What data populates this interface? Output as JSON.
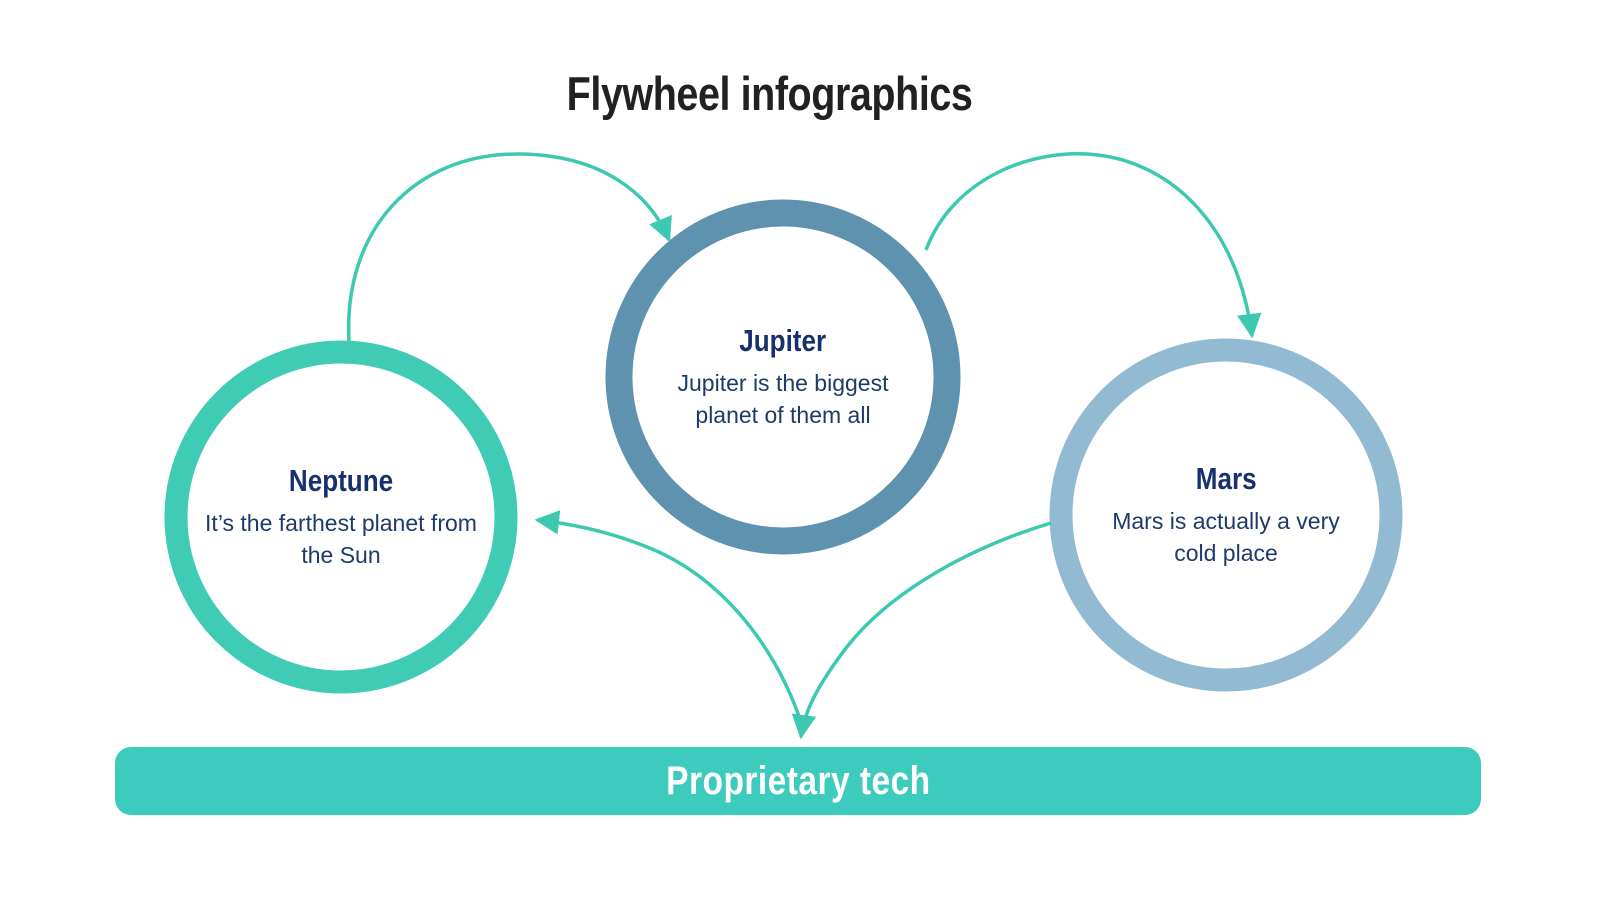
{
  "title": "Flywheel infographics",
  "nodes": [
    {
      "name": "Neptune",
      "description": "It’s the farthest planet from the Sun",
      "ring_color": "#3FCBB4"
    },
    {
      "name": "Jupiter",
      "description": "Jupiter is the biggest planet of them all",
      "ring_color": "#5E92AF"
    },
    {
      "name": "Mars",
      "description": "Mars is actually a very cold place",
      "ring_color": "#92BBD3"
    }
  ],
  "banner": {
    "label": "Proprietary tech",
    "bg_color": "#3CCBBC",
    "text_color": "#FFFFFF"
  },
  "arrows": {
    "color": "#3CC9B0",
    "connections": [
      "Neptune to Jupiter",
      "Jupiter to Mars",
      "Mars to Proprietary tech",
      "Proprietary tech to Neptune"
    ]
  },
  "colors": {
    "background": "#FFFFFF",
    "title_text": "#212121",
    "heading_text": "#16316D",
    "body_text": "#1E3A69"
  }
}
